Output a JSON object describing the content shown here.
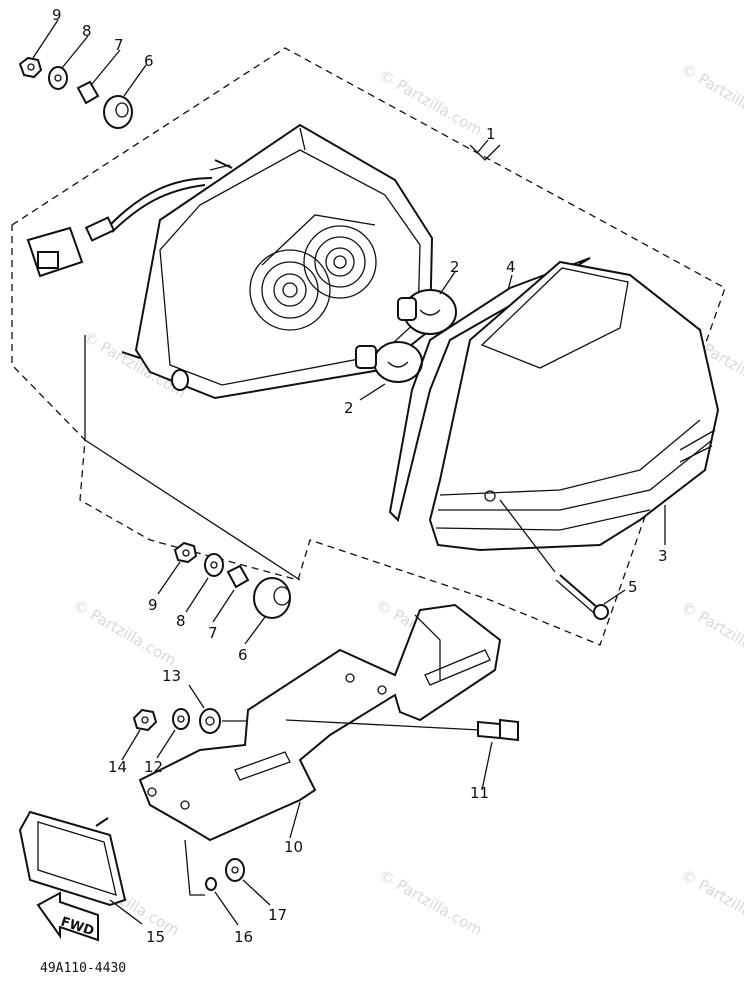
{
  "diagram": {
    "code": "49A110-4430",
    "fwd_label": "FWD",
    "watermark": "© Partzilla.com",
    "callouts": {
      "c1": "1",
      "c2a": "2",
      "c2b": "2",
      "c3": "3",
      "c4": "4",
      "c5": "5",
      "c6a": "6",
      "c7a": "7",
      "c8a": "8",
      "c9a": "9",
      "c6b": "6",
      "c7b": "7",
      "c8b": "8",
      "c9b": "9",
      "c10": "10",
      "c11": "11",
      "c12": "12",
      "c13": "13",
      "c14": "14",
      "c15": "15",
      "c16": "16",
      "c17": "17"
    }
  }
}
